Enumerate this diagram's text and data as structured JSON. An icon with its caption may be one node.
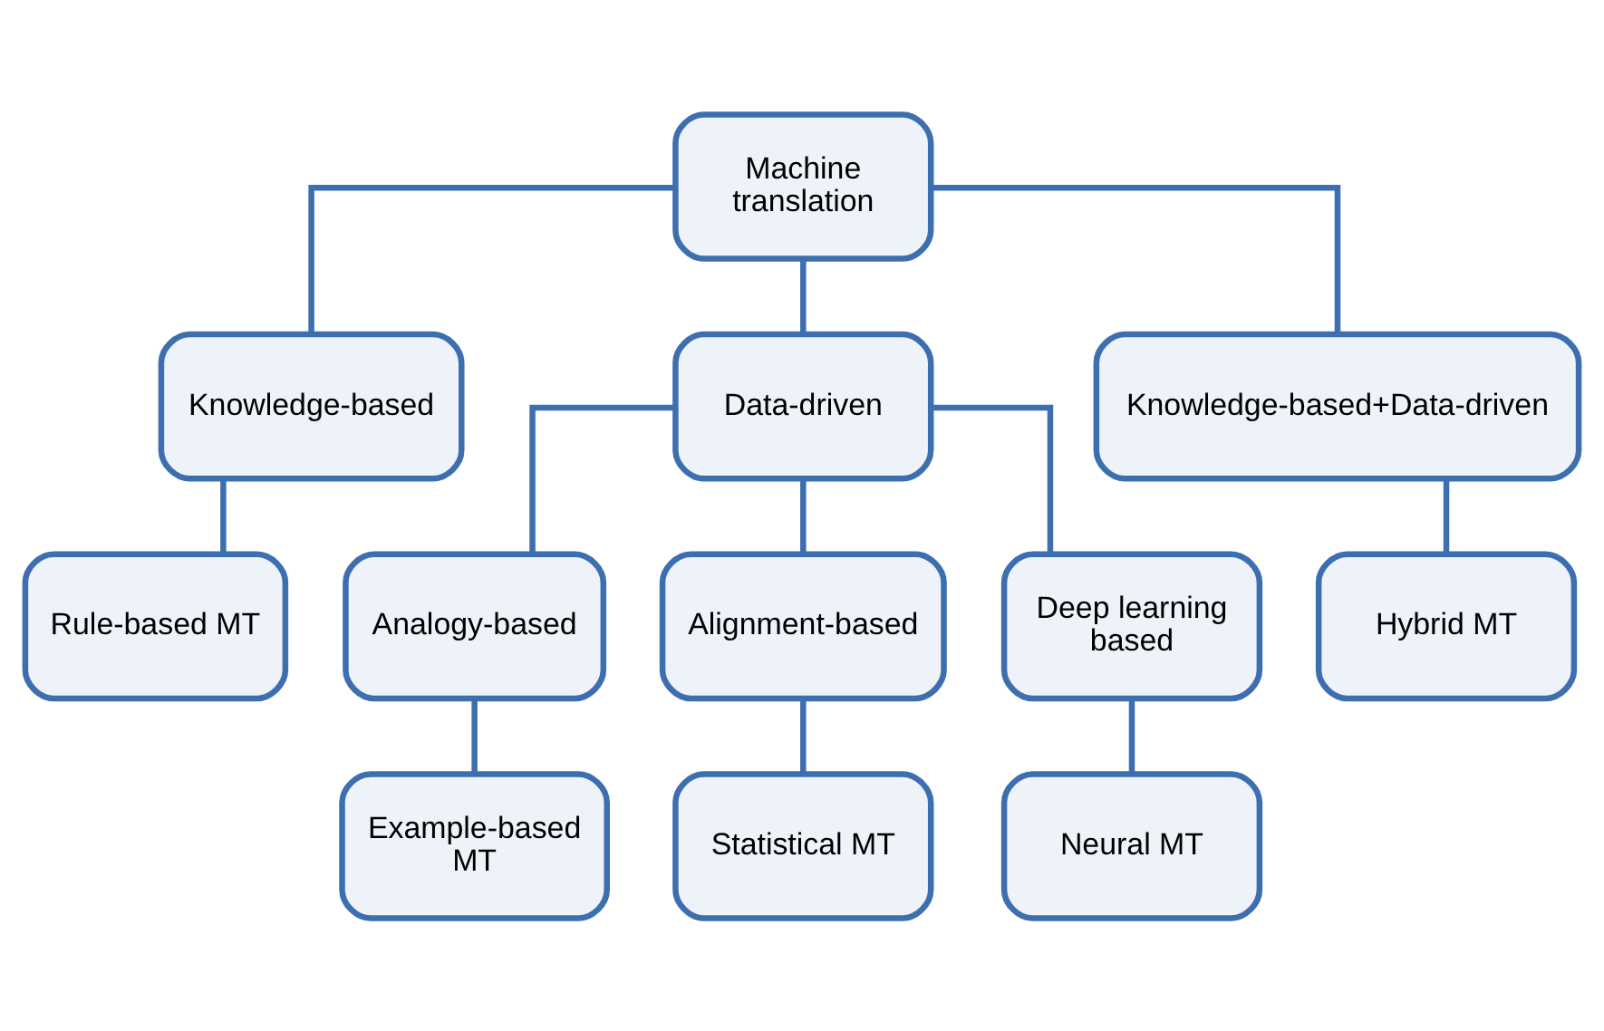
{
  "diagram": {
    "nodes": [
      {
        "text": [
          "Machine translation"
        ]
      },
      {
        "text": [
          "Knowledge-based"
        ]
      },
      {
        "text": [
          "Data-driven"
        ]
      },
      {
        "text": [
          "Knowledge-based+Data-driven"
        ]
      },
      {
        "text": [
          "Rule-based MT"
        ]
      },
      {
        "text": [
          "Analogy-based"
        ]
      },
      {
        "text": [
          "Alignment-based"
        ]
      },
      {
        "text": [
          "Deep learning based"
        ]
      },
      {
        "text": [
          "Hybrid MT"
        ]
      },
      {
        "text": [
          "Example-based MT"
        ]
      },
      {
        "text": [
          "Statistical MT"
        ]
      },
      {
        "text": [
          "Neural MT"
        ]
      }
    ],
    "edges": [
      {
        "from": 0,
        "to": 1,
        "arrow": "none"
      },
      {
        "from": 0,
        "to": 2,
        "arrow": "none"
      },
      {
        "from": 0,
        "to": 3,
        "arrow": "none"
      },
      {
        "from": 1,
        "to": 4,
        "arrow": "none"
      },
      {
        "from": 2,
        "to": 5,
        "arrow": "none"
      },
      {
        "from": 2,
        "to": 6,
        "arrow": "none"
      },
      {
        "from": 2,
        "to": 7,
        "arrow": "none"
      },
      {
        "from": 3,
        "to": 8,
        "arrow": "none"
      },
      {
        "from": 5,
        "to": 9,
        "arrow": "none"
      },
      {
        "from": 6,
        "to": 10,
        "arrow": "none"
      },
      {
        "from": 7,
        "to": 11,
        "arrow": "none"
      }
    ]
  }
}
